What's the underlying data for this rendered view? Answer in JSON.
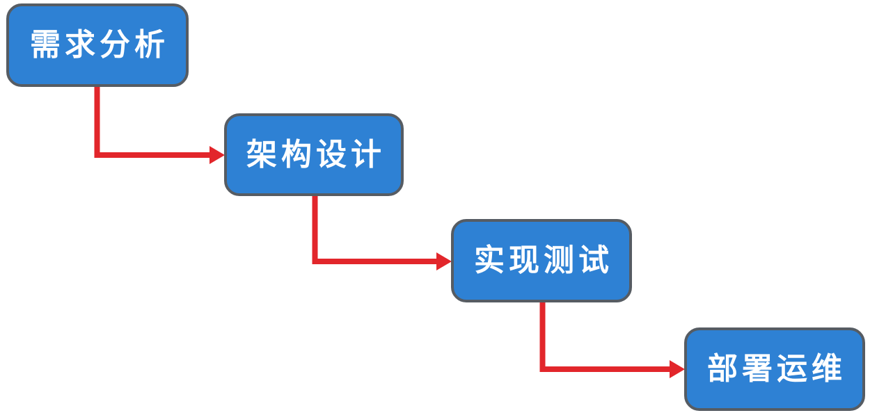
{
  "diagram": {
    "type": "waterfall-flowchart",
    "nodes": [
      {
        "id": "node-1",
        "label": "需求分析"
      },
      {
        "id": "node-2",
        "label": "架构设计"
      },
      {
        "id": "node-3",
        "label": "实现测试"
      },
      {
        "id": "node-4",
        "label": "部署运维"
      }
    ],
    "connections": [
      {
        "from": "需求分析",
        "to": "架构设计",
        "style": "elbow-down-right-arrow"
      },
      {
        "from": "架构设计",
        "to": "实现测试",
        "style": "elbow-down-right-arrow"
      },
      {
        "from": "实现测试",
        "to": "部署运维",
        "style": "elbow-down-right-arrow"
      }
    ],
    "colors": {
      "node_fill": "#2e81d4",
      "node_border": "#565c63",
      "arrow": "#e2262b",
      "text": "#ffffff",
      "background": "#ffffff"
    }
  }
}
